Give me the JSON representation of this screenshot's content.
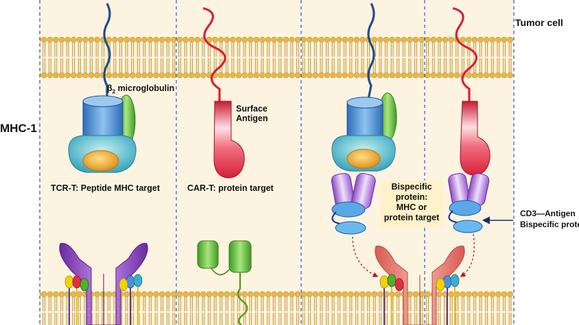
{
  "labels": {
    "tumor_cell": "Tumor cell",
    "mhc1": "MHC-1",
    "beta2_prefix": "β",
    "beta2_sub": "2",
    "beta2_suffix": " microglobulin",
    "surface_antigen_line1": "Surface",
    "surface_antigen_line2": "Antigen",
    "tcr_t": "TCR-T: Peptide MHC target",
    "car_t": "CAR-T: protein target",
    "bispecific_line1": "Bispecific",
    "bispecific_line2": "protein:",
    "bispecific_line3": "MHC or",
    "bispecific_line4": "protein target",
    "cd3_line1": "CD3—Antigen",
    "cd3_line2": "Bispecific prote"
  },
  "colors": {
    "panel_bg": "#fdf3e1",
    "membrane_head": "#e6b84a",
    "membrane_tail": "#b8860b",
    "divider": "#2b4fb0",
    "mhc_blue": "#3a7fc8",
    "b2m_green": "#5fbf3a",
    "peptide_orange": "#f0a020",
    "antigen_red": "#d8203a",
    "tcr_purple": "#8e3fc0",
    "car_green": "#7fcf2a",
    "cd3_salmon": "#e8736a",
    "lipid_yellow": "#f2d200"
  },
  "icons": [
    "lipid-bilayer",
    "mhc-complex",
    "tcr-receptor",
    "car-receptor",
    "bispecific-engager",
    "cd3-coreceptor"
  ]
}
